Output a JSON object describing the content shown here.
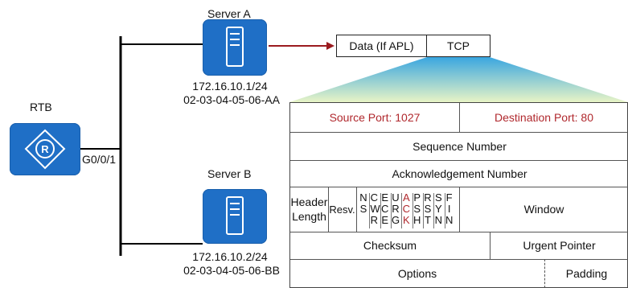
{
  "server_a": {
    "title": "Server A",
    "ip": "172.16.10.1/24",
    "mac": "02-03-04-05-06-AA"
  },
  "server_b": {
    "title": "Server B",
    "ip": "172.16.10.2/24",
    "mac": "02-03-04-05-06-BB"
  },
  "router": {
    "title": "RTB",
    "interface": "G0/0/1"
  },
  "packet": {
    "data_label": "Data (If APL)",
    "tcp_label": "TCP"
  },
  "tcp_header": {
    "source_port": "Source Port: 1027",
    "dest_port": "Destination Port: 80",
    "sequence": "Sequence Number",
    "ack": "Acknowledgement Number",
    "header_length": [
      "Header",
      "Length"
    ],
    "resv": "Resv.",
    "flags": [
      [
        "N",
        "S",
        ""
      ],
      [
        "C",
        "W",
        "R"
      ],
      [
        "E",
        "C",
        "E"
      ],
      [
        "U",
        "R",
        "G"
      ],
      [
        "A",
        "C",
        "K"
      ],
      [
        "P",
        "S",
        "H"
      ],
      [
        "R",
        "S",
        "T"
      ],
      [
        "S",
        "Y",
        "N"
      ],
      [
        "F",
        "I",
        "N"
      ]
    ],
    "window": "Window",
    "checksum": "Checksum",
    "urgent": "Urgent Pointer",
    "options": "Options",
    "padding": "Padding"
  },
  "colors": {
    "device_blue": "#1f6fc6",
    "highlight_red": "#b0282d",
    "arrow_red": "#9b1b1f"
  },
  "icons": [
    "server-icon",
    "router-icon"
  ]
}
